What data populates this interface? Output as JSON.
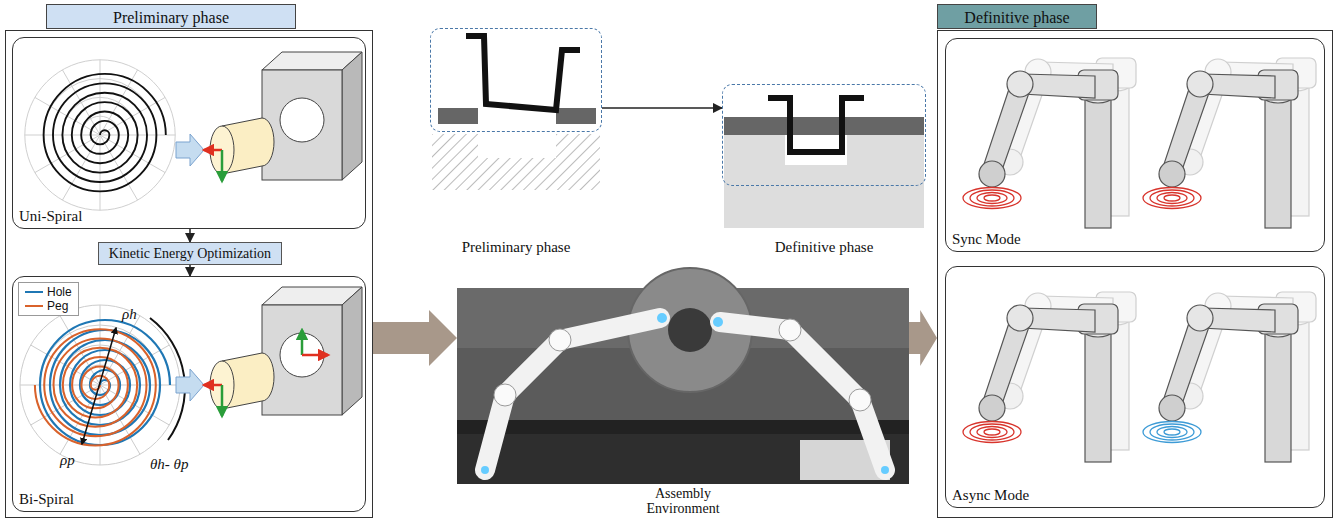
{
  "diagram": {
    "nodes": [
      {
        "text": [
          "Preliminary phase"
        ]
      },
      {
        "text": [
          "Uni-Spiral"
        ],
        "in": 0
      },
      {
        "text": [
          "Kinetic Energy Optimization"
        ],
        "in": 0
      },
      {
        "text": [
          "Bi-Spiral"
        ],
        "in": 0
      },
      {
        "text": [
          "Preliminary phase"
        ]
      },
      {
        "text": [
          "Definitive phase"
        ]
      },
      {
        "text": [
          "Assembly Environment"
        ]
      },
      {
        "text": [
          "Definitive phase"
        ]
      },
      {
        "text": [
          "Sync Mode"
        ],
        "in": 7
      },
      {
        "text": [
          "Async Mode"
        ],
        "in": 7
      }
    ],
    "edges": [
      {
        "from": 1,
        "to": 2,
        "arrow": "to"
      },
      {
        "from": 2,
        "to": 3,
        "arrow": "to"
      },
      {
        "from": 4,
        "to": 5,
        "arrow": "to"
      },
      {
        "from": 0,
        "to": 6,
        "arrow": "to"
      },
      {
        "from": 6,
        "to": 7,
        "arrow": "to"
      }
    ],
    "labels": [
      "ρh",
      "ρp",
      "θh- θp"
    ],
    "legend": [
      {
        "text": "Hole"
      },
      {
        "text": "Peg"
      }
    ]
  }
}
